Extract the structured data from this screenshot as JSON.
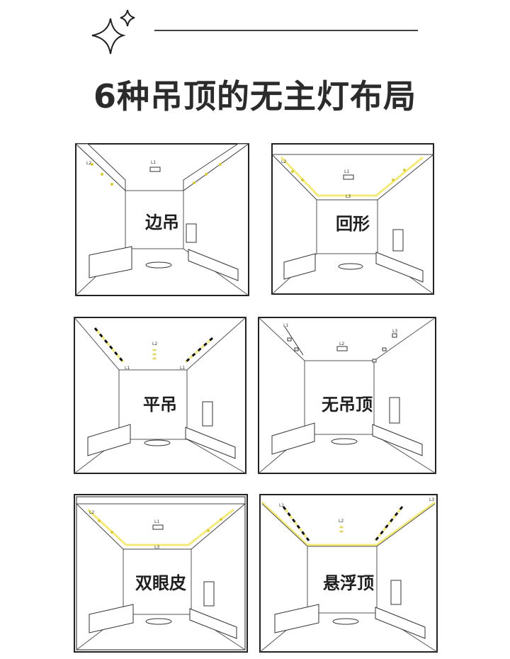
{
  "title": "6种吊顶的无主灯布局",
  "panels": [
    {
      "label": "边吊",
      "markers": [
        "L1",
        "L2"
      ]
    },
    {
      "label": "回形",
      "markers": [
        "L1",
        "L2",
        "L3"
      ]
    },
    {
      "label": "平吊",
      "markers": [
        "L1",
        "L1",
        "L2"
      ]
    },
    {
      "label": "无吊顶",
      "markers": [
        "L1",
        "L2",
        "L3"
      ]
    },
    {
      "label": "双眼皮",
      "markers": [
        "L1",
        "L2",
        "L3"
      ]
    },
    {
      "label": "悬浮顶",
      "markers": [
        "L1",
        "L2",
        "L3"
      ]
    }
  ],
  "colors": {
    "light_strip": "#f3ea7a",
    "line": "#222222"
  }
}
